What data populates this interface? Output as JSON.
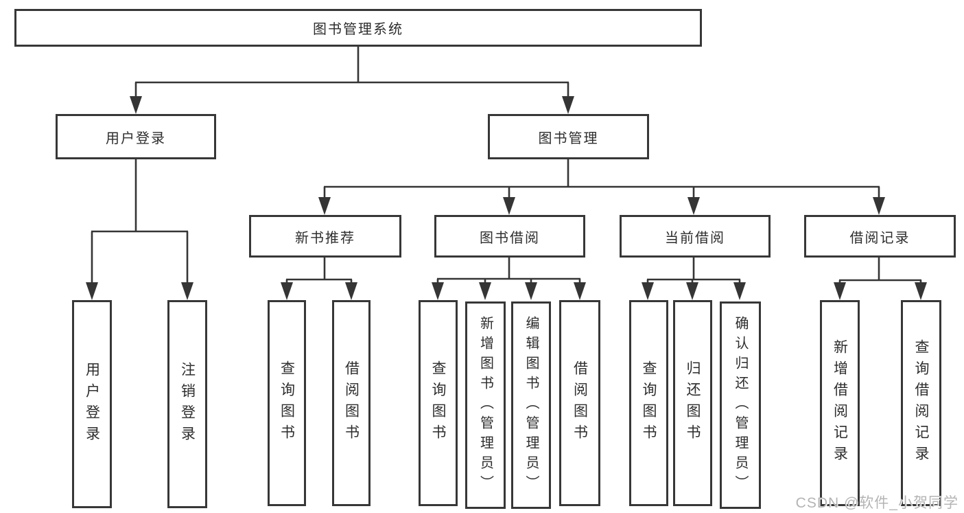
{
  "diagram": {
    "title": "图书管理系统",
    "root": {
      "label": "图书管理系统"
    },
    "level2": [
      {
        "label": "用户登录",
        "children": [
          {
            "label": "用户登录"
          },
          {
            "label": "注销登录"
          }
        ]
      },
      {
        "label": "图书管理",
        "children": [
          {
            "label": "新书推荐",
            "children": [
              {
                "label": "查询图书"
              },
              {
                "label": "借阅图书"
              }
            ]
          },
          {
            "label": "图书借阅",
            "children": [
              {
                "label": "查询图书"
              },
              {
                "label": "新增图书（管理员）"
              },
              {
                "label": "编辑图书（管理员）"
              },
              {
                "label": "借阅图书"
              }
            ]
          },
          {
            "label": "当前借阅",
            "children": [
              {
                "label": "查询图书"
              },
              {
                "label": "归还图书"
              },
              {
                "label": "确认归还（管理员）"
              }
            ]
          },
          {
            "label": "借阅记录",
            "children": [
              {
                "label": "新增借阅记录"
              },
              {
                "label": "查询借阅记录"
              }
            ]
          }
        ]
      }
    ]
  },
  "watermark": {
    "text": "CSDN @软件_小贺同学"
  },
  "colors": {
    "line": "#353535",
    "box_border": "#373737",
    "text": "#2d2d2d",
    "watermark": "#b4b4b4",
    "background": "#ffffff"
  }
}
